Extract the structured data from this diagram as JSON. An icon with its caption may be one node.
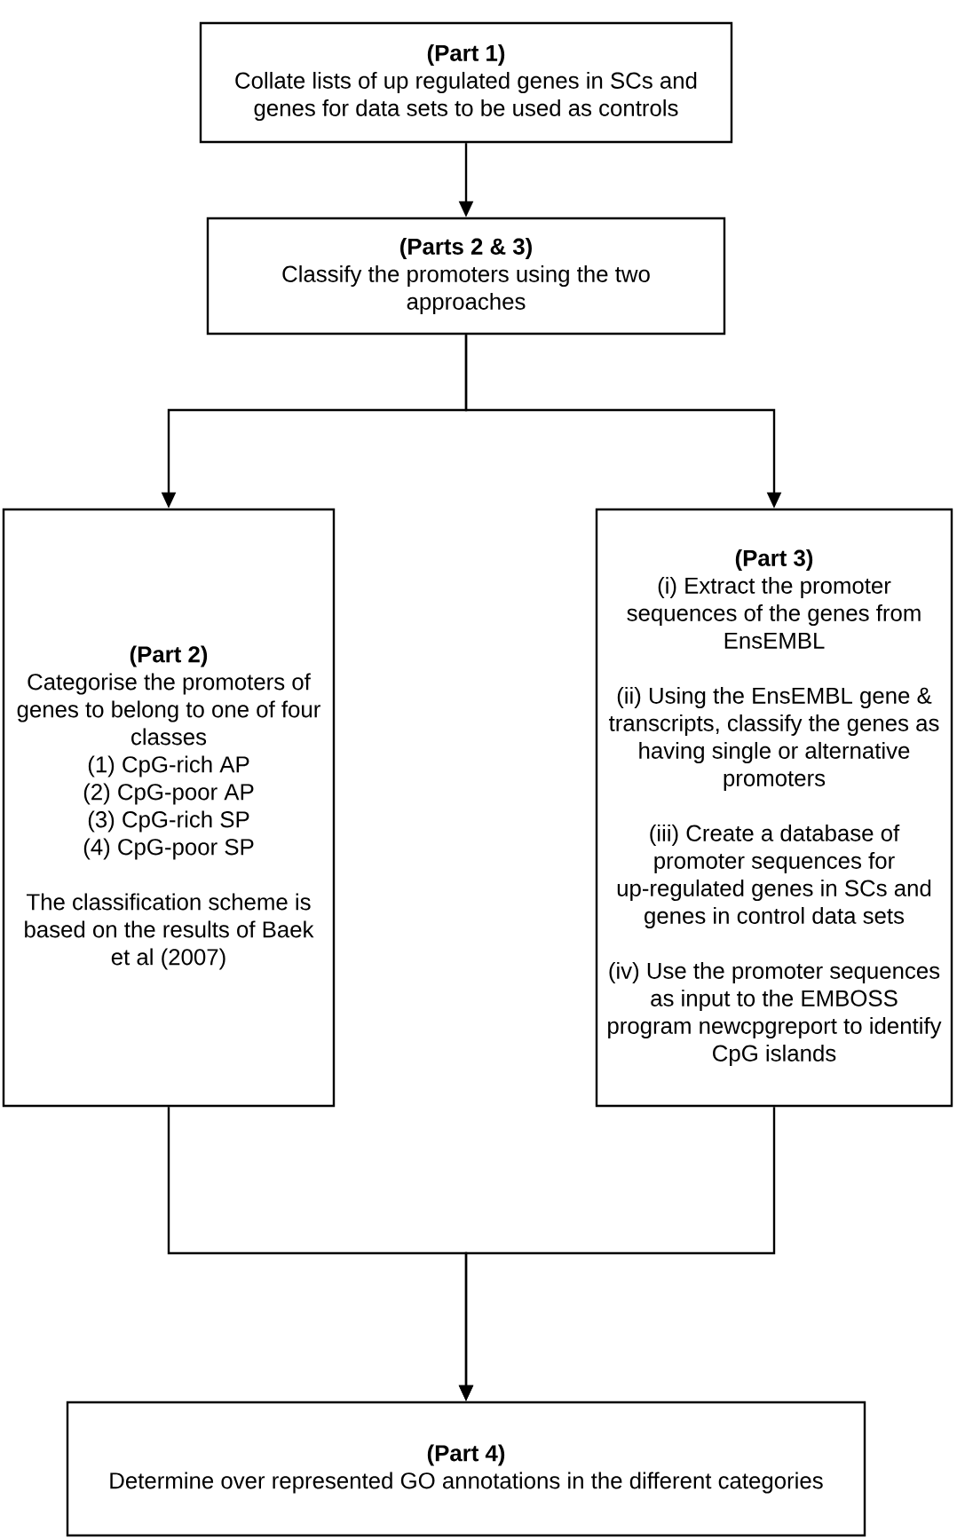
{
  "diagram": {
    "nodes": [
      {
        "text": [
          "(Part 1)",
          "Collate lists of up regulated genes in SCs and genes for data sets to be used as controls"
        ]
      },
      {
        "text": [
          "(Parts 2 & 3)",
          "Classify the promoters using the two approaches"
        ]
      },
      {
        "text": [
          "(Part 2)",
          "Categorise the promoters of genes to belong to one of four classes",
          "(1) CpG-rich AP",
          "(2) CpG-poor AP",
          "(3) CpG-rich SP",
          "(4) CpG-poor SP",
          "The classification scheme is based on the results of Baek et al (2007)"
        ]
      },
      {
        "text": [
          "(Part 3)",
          "(i) Extract the promoter sequences of the genes from EnsEMBL",
          "(ii) Using the EnsEMBL gene & transcripts, classify the genes as having single or alternative promoters",
          "(iii) Create a database of promoter sequences for up-regulated genes in SCs and genes in control data sets",
          "(iv) Use the promoter sequences as input to the EMBOSS program newcpgreport to identify CpG islands"
        ]
      },
      {
        "text": [
          "(Part 4)",
          "Determine over represented GO annotations in the different categories"
        ]
      }
    ],
    "edges": [
      {
        "from": 0,
        "to": 1,
        "arrow": "to"
      },
      {
        "from": 1,
        "to": 2,
        "arrow": "to"
      },
      {
        "from": 1,
        "to": 3,
        "arrow": "to"
      },
      {
        "from": 2,
        "to": 4,
        "arrow": "to"
      },
      {
        "from": 3,
        "to": 4,
        "arrow": "to"
      }
    ]
  }
}
